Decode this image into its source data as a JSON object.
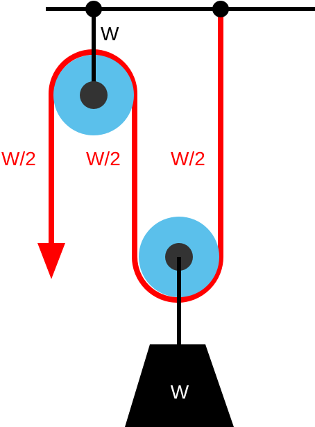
{
  "labels": {
    "top_rope_tension": "W",
    "left_rope_tension": "W/2",
    "middle_rope_tension": "W/2",
    "right_rope_tension": "W/2",
    "weight": "W"
  },
  "colors": {
    "rope": "#ff0000",
    "pulley": "#5bc0eb",
    "axle": "#333333",
    "support": "#000000",
    "weight": "#000000",
    "label_red": "#ff0000",
    "label_black": "#000000",
    "label_on_weight": "#ffffff"
  }
}
